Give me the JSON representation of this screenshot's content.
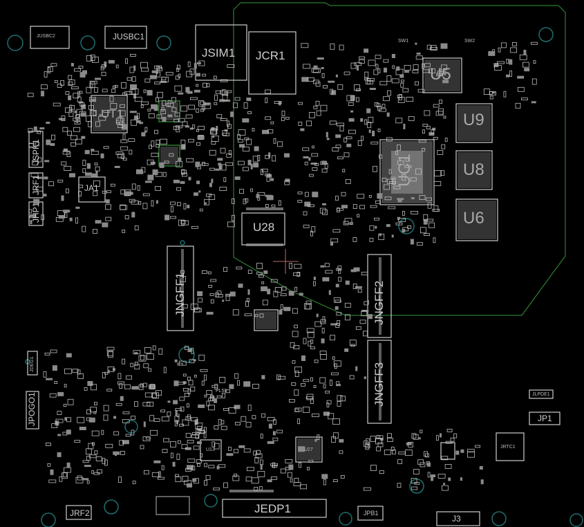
{
  "board": {
    "background": "#000000",
    "silk_color": "#d8d8d8",
    "outline_color": "#2e7d32",
    "hole_color": "#1f6f6f",
    "marker_color": "#c06a6a"
  },
  "labels": {
    "jusbc2": "JUSBC2",
    "jusbc1": "JUSBC1",
    "jsim1": "JSIM1",
    "jcr1": "JCR1",
    "u5": "U5",
    "u9": "U9",
    "u8": "U8",
    "u6": "U6",
    "uc1": "UC1",
    "ut1": "UT1",
    "ja1": "JA1",
    "jspk1": "JSPK1",
    "jrf1": "JRF1",
    "jhp1": "JHP1",
    "jngff1": "JNGFF1",
    "jngff2": "JNGFF2",
    "jngff3": "JNGFF3",
    "u28": "U28",
    "jpogo1": "JPOGO1",
    "jrf2": "JRF2",
    "jedp1": "JEDP1",
    "jpb1": "JPB1",
    "j3": "J3",
    "jp1": "JP1",
    "jrtc1": "JRTC1",
    "jlpde1": "JLPDE1",
    "u13": "U13",
    "u27": "U27",
    "jdeg1": "JDEG1",
    "pl50": "PL50",
    "sw1": "SW1",
    "sw2": "SW2"
  }
}
